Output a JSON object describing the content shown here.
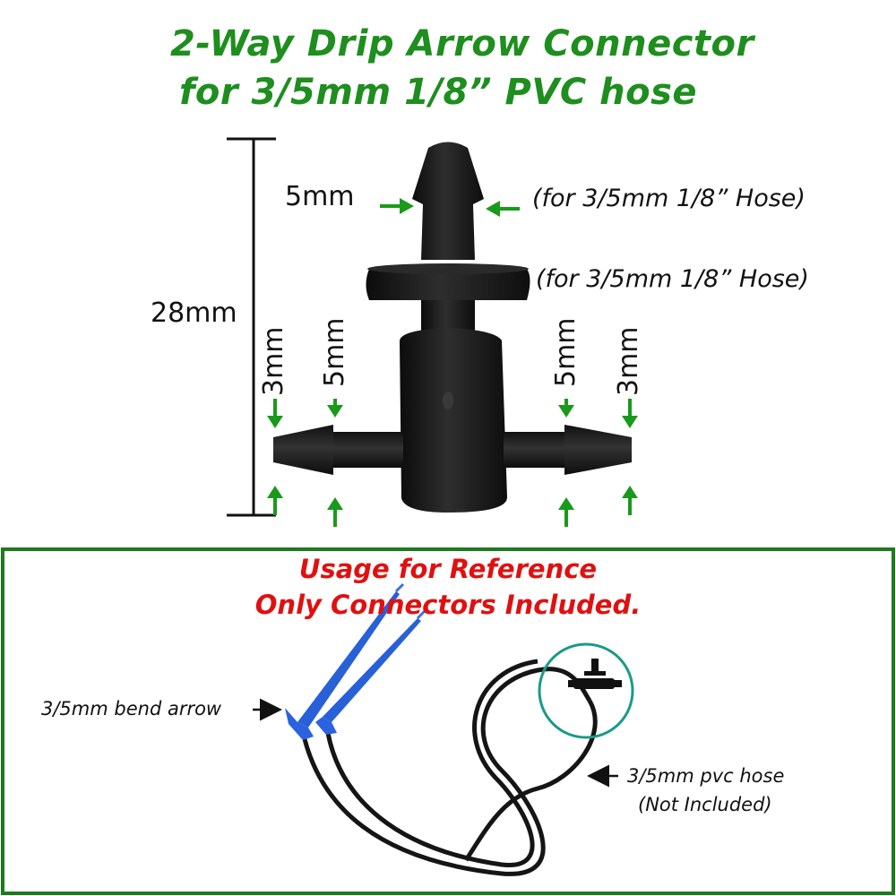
{
  "title": {
    "line1": "2-Way Drip Arrow Connector",
    "line2": "for 3/5mm 1/8”  PVC hose"
  },
  "dimensions": {
    "top_barb": "5mm",
    "height": "28mm",
    "left_outer": "3mm",
    "left_inner": "5mm",
    "right_inner": "5mm",
    "right_outer": "3mm"
  },
  "hose_notes": {
    "top": "(for 3/5mm 1/8”  Hose)",
    "middle": "(for 3/5mm 1/8”  Hose)"
  },
  "usage": {
    "line1": "Usage for Reference",
    "line2": "Only Connectors Included."
  },
  "labels": {
    "bend_arrow": "3/5mm bend arrow",
    "pvc_hose": "3/5mm pvc hose",
    "not_included": "(Not Included)"
  },
  "colors": {
    "title_green": "#1e8e1e",
    "arrow_green": "#1a9a1a",
    "usage_red": "#e01010",
    "frame_green": "#1e7a1e",
    "circle_teal": "#1a9a8a",
    "part_black": "#1a1a1a",
    "dripper_blue": "#2860d8"
  }
}
